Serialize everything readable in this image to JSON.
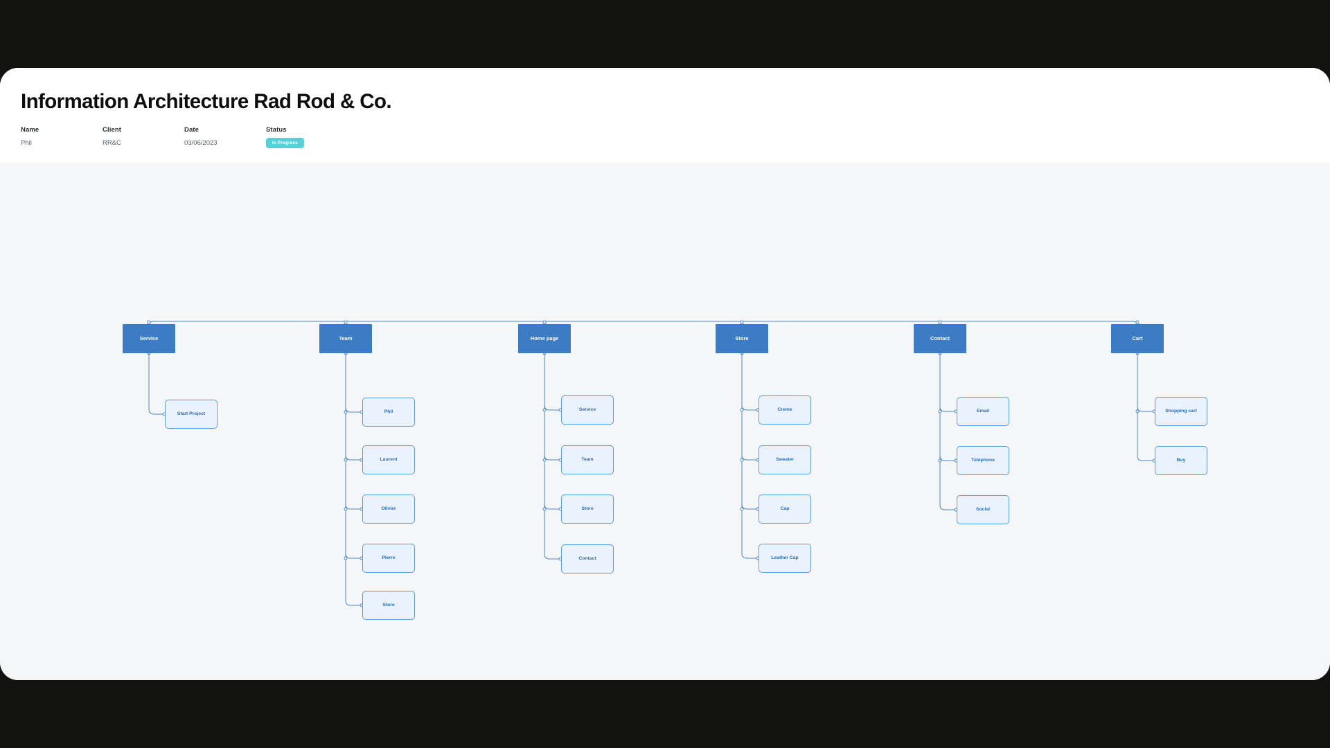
{
  "header": {
    "title": "Information Architecture Rad Rod & Co.",
    "meta": [
      {
        "label": "Name",
        "value": "Phil"
      },
      {
        "label": "Client",
        "value": "RR&C"
      },
      {
        "label": "Date",
        "value": "03/06/2023"
      }
    ],
    "status": {
      "label": "Status",
      "value": "In Progress",
      "color": "#5ccfd6"
    }
  },
  "diagram": {
    "type": "sitemap-tree",
    "colors": {
      "canvas": "#f4f6f8",
      "root_fill": "#3b7cc4",
      "root_text": "#ffffff",
      "child_fill": "#eaf3fd",
      "child_border": "#5b9ad8",
      "child_text": "#2a6cb5",
      "connector": "#4a86c8"
    },
    "columns": [
      {
        "root": "Service",
        "children": [
          "Start Project"
        ]
      },
      {
        "root": "Team",
        "children": [
          "Phil",
          "Laurent",
          "Olivier",
          "Pierre",
          "Store"
        ]
      },
      {
        "root": "Home page",
        "children": [
          "Service",
          "Team",
          "Store",
          "Contact"
        ]
      },
      {
        "root": "Store",
        "children": [
          "Creme",
          "Sweater",
          "Cap",
          "Leather Cap"
        ]
      },
      {
        "root": "Contact",
        "children": [
          "Email",
          "Téléphone",
          "Social"
        ]
      },
      {
        "root": "Cart",
        "children": [
          "Shopping cart",
          "Buy"
        ]
      }
    ]
  }
}
